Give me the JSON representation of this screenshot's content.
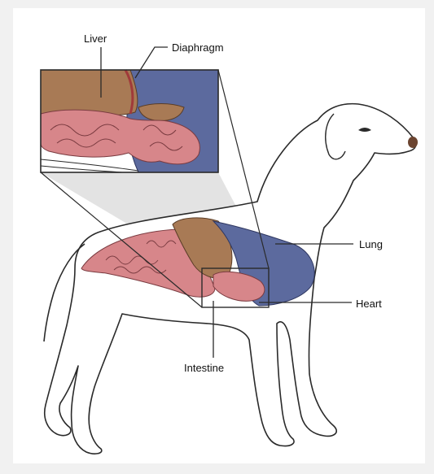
{
  "labels": {
    "liver": "Liver",
    "diaphragm": "Diaphragm",
    "lung": "Lung",
    "heart": "Heart",
    "intestine": "Intestine"
  },
  "colors": {
    "background": "#f1f1f1",
    "panel": "#ffffff",
    "outline": "#2a2a2a",
    "liver": "#a87a55",
    "lung": "#5c6a9e",
    "intestine": "#d7868a",
    "zoom_fill": "#e3e3e3"
  }
}
